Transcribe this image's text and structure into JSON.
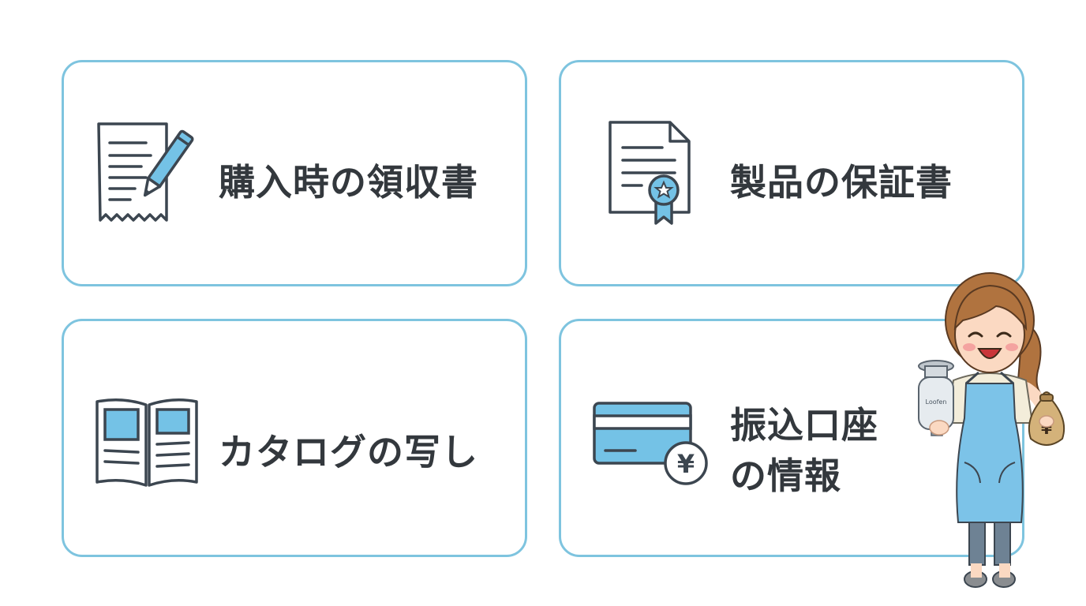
{
  "cards": [
    {
      "label": "購入時の領収書",
      "icon": "receipt-pen-icon"
    },
    {
      "label": "製品の保証書",
      "icon": "certificate-icon"
    },
    {
      "label": "カタログの写し",
      "icon": "open-book-icon"
    },
    {
      "label_lines": [
        "振込口座",
        "の情報"
      ],
      "icon": "card-yen-icon"
    }
  ],
  "illustration": {
    "description_icon": "woman-with-disposer-and-money-bag",
    "device_brand": "Loofen",
    "money_symbol": "¥"
  },
  "colors": {
    "card_border": "#7ec4df",
    "icon_fill": "#74c2e6",
    "icon_stroke": "#3c4650",
    "text": "#33383d"
  }
}
